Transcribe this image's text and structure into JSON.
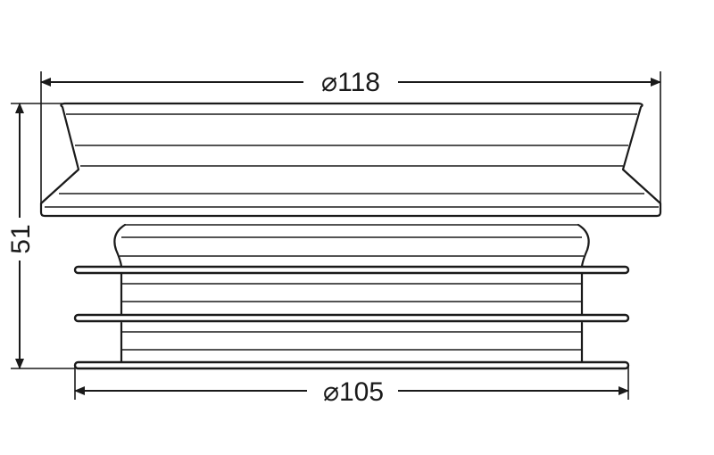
{
  "dimensions": {
    "top_diameter": {
      "symbol": "⌀",
      "value": "118"
    },
    "bottom_diameter": {
      "symbol": "⌀",
      "value": "105"
    },
    "height": {
      "value": "51"
    }
  },
  "colors": {
    "ink": "#1a1a1a",
    "background": "#ffffff"
  }
}
